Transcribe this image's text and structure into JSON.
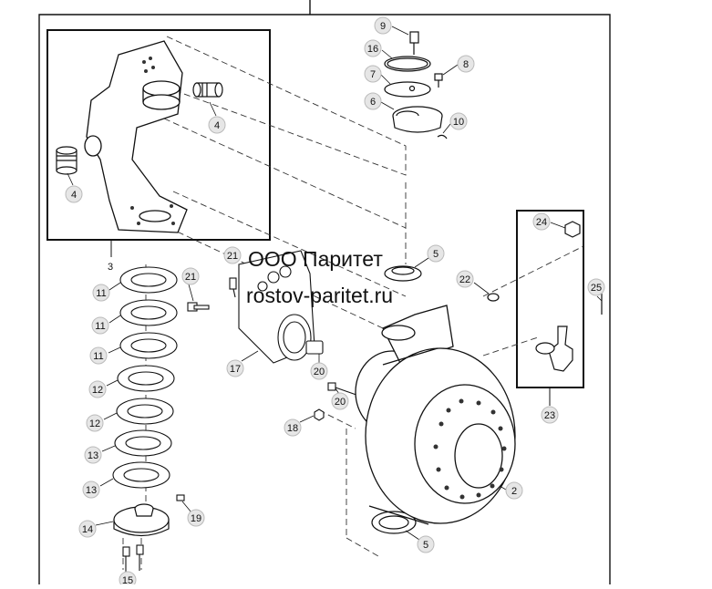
{
  "watermark": {
    "line1": "ООО Паритет",
    "line2": "rostov-paritet.ru"
  },
  "callouts": {
    "c4a": "4",
    "c4b": "4",
    "c3": "3",
    "c9": "9",
    "c16": "16",
    "c7": "7",
    "c8": "8",
    "c6": "6",
    "c10": "10",
    "c24": "24",
    "c25": "25",
    "c23": "23",
    "c5a": "5",
    "c5b": "5",
    "c22": "22",
    "c21a": "21",
    "c21b": "21",
    "c17": "17",
    "c20a": "20",
    "c20b": "20",
    "c18": "18",
    "c2": "2",
    "c11a": "11",
    "c11b": "11",
    "c11c": "11",
    "c12a": "12",
    "c12b": "12",
    "c13a": "13",
    "c13b": "13",
    "c14": "14",
    "c19": "19",
    "c15": "15"
  }
}
